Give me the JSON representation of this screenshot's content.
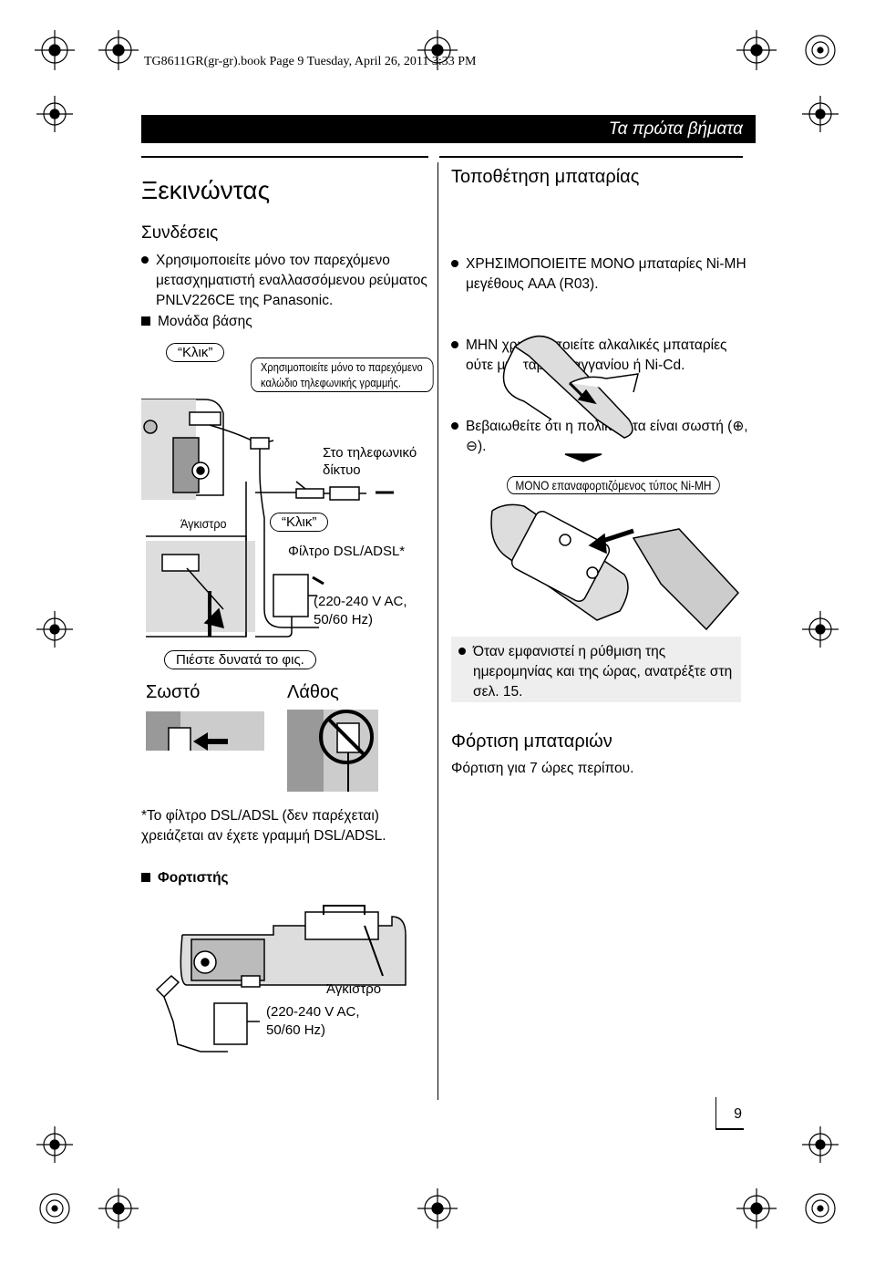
{
  "book_header": "TG8611GR(gr-gr).book  Page 9  Tuesday, April 26, 2011  3:33 PM",
  "section_title": "Τα πρώτα βήματα",
  "left": {
    "heading": "Ξεκινώντας",
    "subheading": "Συνδέσεις",
    "connections_bullet": "Χρησιμοποιείτε μόνο τον παρεχόμενο μετασχηματιστή εναλλασσόμενου ρεύματος PNLV226CE της Panasonic.",
    "base_unit_label": "Μονάδα βάσης",
    "fig1": {
      "click_1": "“Κλικ”",
      "cord_note": "Χρησιμοποιείτε μόνο το παρεχόμενο καλώδιο τηλεφωνικής γραμμής.",
      "to_network": "Στο τηλεφωνικό δίκτυο",
      "hook": "Άγκιστρο",
      "click_2": "“Κλικ”",
      "filter": "Φίλτρο DSL/ADSL*",
      "power": "(220-240 V AC, 50/60 Hz)",
      "press": "Πιέστε δυνατά το φις.",
      "correct": "Σωστό",
      "wrong": "Λάθος"
    },
    "footnote": "*Το φίλτρο DSL/ADSL (δεν παρέχεται) χρειάζεται αν έχετε γραμμή DSL/ADSL.",
    "charger_label": "Φορτιστής",
    "fig2": {
      "hook": "Άγκιστρο",
      "power": "(220-240 V AC, 50/60 Hz)"
    }
  },
  "right": {
    "battery_heading": "Τοποθέτηση μπαταρίας",
    "battery_bullets": [
      "ΧΡΗΣΙΜΟΠΟΙΕΙΤΕ ΜΟΝΟ μπαταρίες Ni-MH μεγέθους AAA (R03).",
      "ΜΗΝ χρησιμοποιείτε αλκαλικές μπαταρίες ούτε μπαταρίες μαγγανίου ή Ni-Cd.",
      "Βεβαιωθείτε ότι η πολικότητα είναι σωστή (⊕, ⊖)."
    ],
    "rechargeable_note": "ΜΟΝΟ επαναφορτιζόμενος τύπος Ni-MH",
    "date_bullet": "Όταν εμφανιστεί η ρύθμιση της ημερομηνίας και της ώρας, ανατρέξτε στη σελ. 15.",
    "charging_heading": "Φόρτιση μπαταριών",
    "charging_text": "Φόρτιση για 7 ώρες περίπου."
  },
  "page_number": "9"
}
